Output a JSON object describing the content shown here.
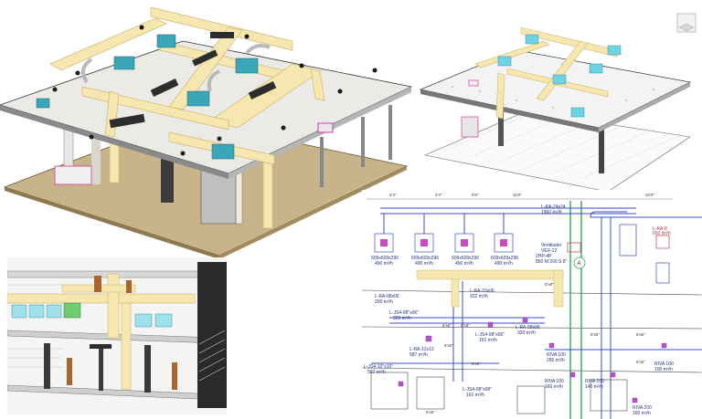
{
  "colors": {
    "duct": "#f6e7b0",
    "duct_stroke": "#cfb870",
    "slab": "#e9e8e4",
    "floor": "#c7b48a",
    "hvac_unit": "#3aa7b8",
    "ceiling_grid": "#9aa4c0",
    "plan_blue": "#3b4ec8",
    "plan_green": "#29a85a",
    "plan_red": "#d0344e"
  },
  "icons": {
    "view_cube": "view-cube-icon"
  },
  "plan": {
    "top_dims": [
      "4'4\"",
      "4'4\"",
      "6'9\"",
      "11'9\"",
      "10'0\""
    ],
    "boxes": [
      {
        "name": "box-1",
        "line1": "609x609x296",
        "line2": "490 m³/h"
      },
      {
        "name": "box-2",
        "line1": "609x609x296",
        "line2": "490 m³/h"
      },
      {
        "name": "box-3",
        "line1": "609x609x296",
        "line2": "490 m³/h"
      },
      {
        "name": "box-4",
        "line1": "609x609x296",
        "line2": "490 m³/h"
      }
    ],
    "labels": [
      {
        "key": "l1",
        "l1": "L-RA-24x24",
        "l2": "1960 m³/h"
      },
      {
        "key": "l2",
        "l1": "L-RA-8",
        "l2": "650 m³/h"
      },
      {
        "key": "l3",
        "l1": "Ventilador",
        "l2": "VEX-12"
      },
      {
        "key": "l4",
        "l1": "2HP-4P",
        "l2": "850 M 200 S 8\""
      },
      {
        "key": "l5",
        "l1": "L-RA-10x06",
        "l2": "322 m³/h"
      },
      {
        "key": "l6",
        "l1": "L-RA-08x06",
        "l2": "200 m³/h"
      },
      {
        "key": "l7",
        "l1": "L-JS4-08\"x06\"",
        "l2": "209 m³/h"
      },
      {
        "key": "l8",
        "l1": "L-RA-12x12",
        "l2": "587 m³/h"
      },
      {
        "key": "l9",
        "l1": "L-JS4-08\"x06\"",
        "l2": "161 m³/h"
      },
      {
        "key": "l10",
        "l1": "L-RA-08x06",
        "l2": "320 m³/h"
      },
      {
        "key": "l11",
        "l1": "L-JS4-10\"x10\"",
        "l2": "587 m³/h"
      },
      {
        "key": "l12",
        "l1": "L-JS4-08\"x08\"",
        "l2": "161 m³/h"
      },
      {
        "key": "l13",
        "l1": "RIVA 100",
        "l2": "290 m³/h"
      },
      {
        "key": "l14",
        "l1": "RIVA 100",
        "l2": "160 m³/h"
      },
      {
        "key": "l15",
        "l1": "RIVA 100",
        "l2": "145 m³/h"
      },
      {
        "key": "l16",
        "l1": "RIVA 100",
        "l2": "100 m³/h"
      },
      {
        "key": "l17",
        "l1": "RIVA 200",
        "l2": "160 m³/h"
      }
    ],
    "misc_dims": [
      "6'x6\"",
      "8'x8\"",
      "6'x6\"",
      "8'x6\"",
      "6'x6\"",
      "6'x6\"",
      "8'x8\"",
      "6'x6\"",
      "6'x6\""
    ],
    "marker": "A"
  }
}
